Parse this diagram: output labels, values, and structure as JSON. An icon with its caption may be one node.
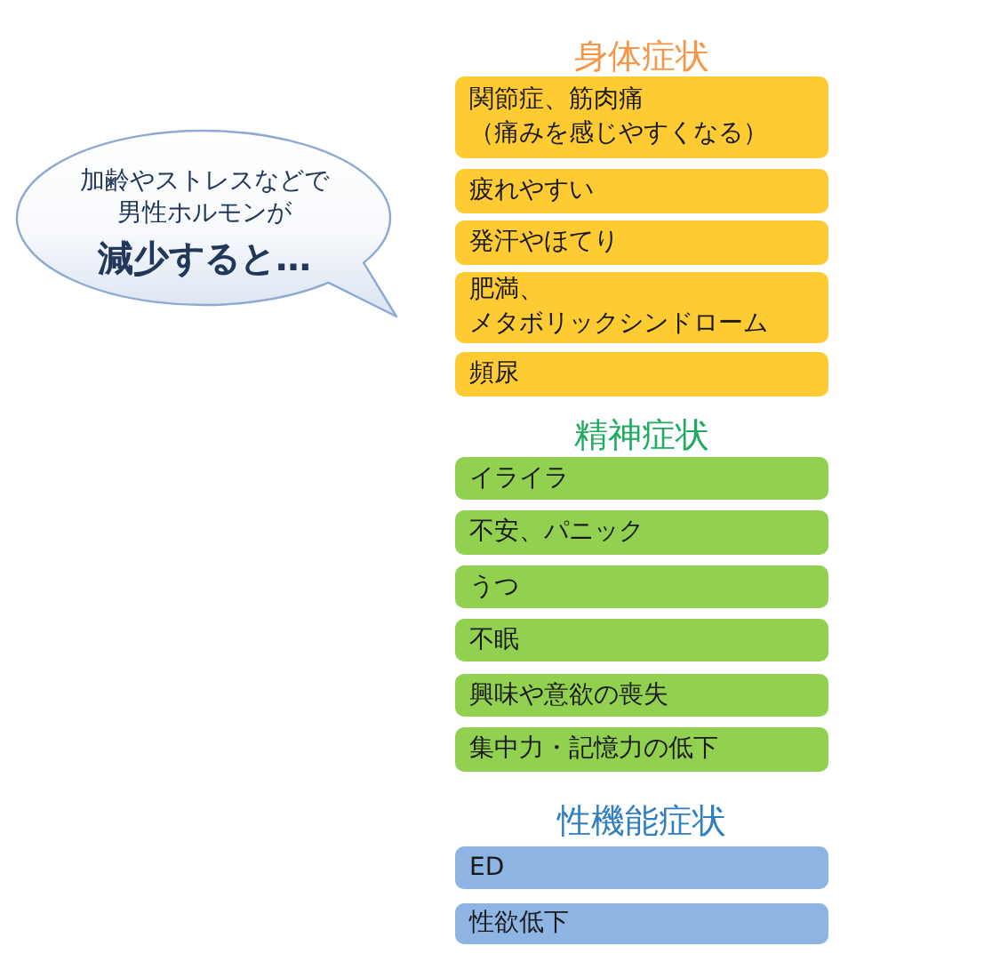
{
  "diagram": {
    "nodes": [
      {
        "text": [
          "加齢やストレスなどで男性ホルモンが",
          "減少すると…"
        ]
      },
      {
        "text": [
          "関節症、筋肉痛（痛みを感じやすくなる）"
        ]
      },
      {
        "text": [
          "疲れやすい"
        ]
      },
      {
        "text": [
          "発汗やほてり"
        ]
      },
      {
        "text": [
          "肥満、メタボリックシンドローム"
        ]
      },
      {
        "text": [
          "頻尿"
        ]
      },
      {
        "text": [
          "イライラ"
        ]
      },
      {
        "text": [
          "不安、パニック"
        ]
      },
      {
        "text": [
          "うつ"
        ]
      },
      {
        "text": [
          "不眠"
        ]
      },
      {
        "text": [
          "興味や意欲の喪失"
        ]
      },
      {
        "text": [
          "集中力・記憶力の低下"
        ]
      },
      {
        "text": [
          "ED"
        ]
      },
      {
        "text": [
          "性欲低下"
        ]
      }
    ],
    "labels": [
      "身体症状",
      "精神症状",
      "性機能症状"
    ]
  }
}
